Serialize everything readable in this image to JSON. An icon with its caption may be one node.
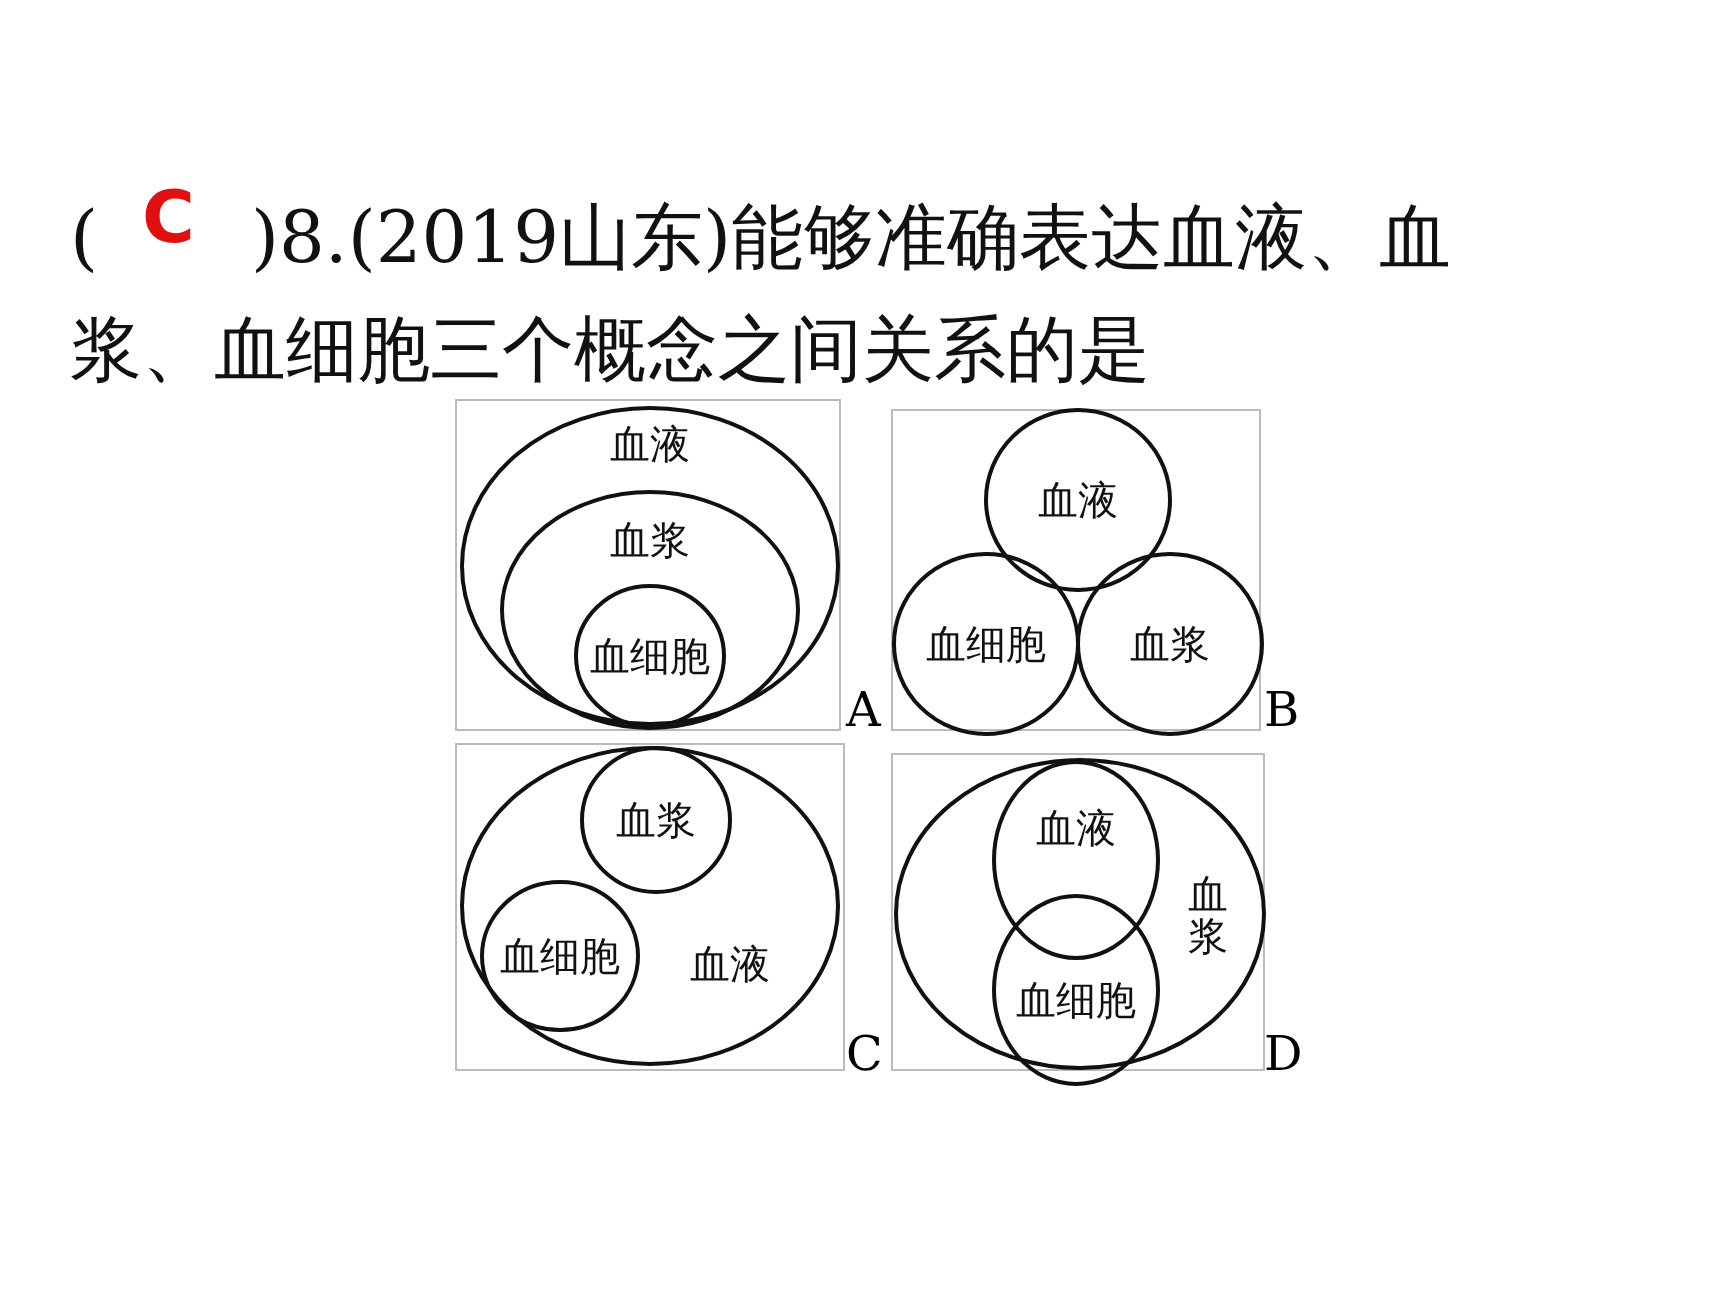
{
  "diagram": {
    "nodes": [
      {
        "text": [
          "血液"
        ]
      },
      {
        "text": [
          "血浆"
        ],
        "in": 0
      },
      {
        "text": [
          "血细胞"
        ],
        "in": 1
      },
      {
        "text": [
          "血液"
        ]
      },
      {
        "text": [
          "血细胞"
        ]
      },
      {
        "text": [
          "血浆"
        ]
      },
      {
        "text": [
          "血液"
        ]
      },
      {
        "text": [
          "血浆"
        ],
        "in": 6
      },
      {
        "text": [
          "血细胞"
        ],
        "in": 6
      },
      {
        "text": [
          "血浆"
        ]
      },
      {
        "text": [
          "血液"
        ],
        "in": 9
      },
      {
        "text": [
          "血细胞"
        ],
        "in": 9
      }
    ],
    "labels": [
      "(",
      "C",
      ")8.(2019山东)能够准确表达血液、血浆、血细胞三个概念之间关系的是",
      "A",
      "B",
      "C",
      "D"
    ]
  }
}
